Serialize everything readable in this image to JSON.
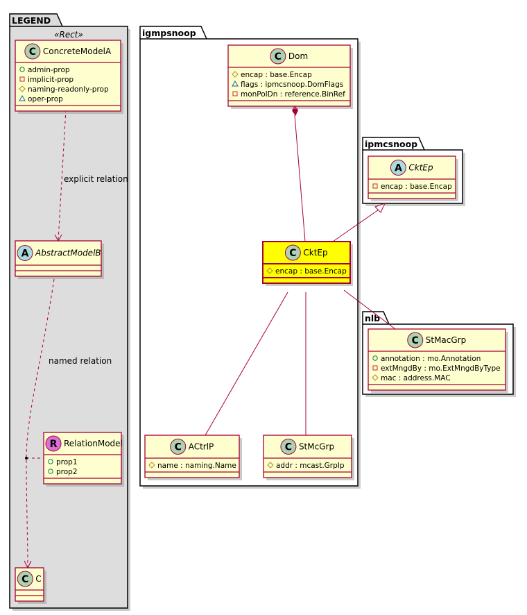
{
  "colors": {
    "border": "#a80036",
    "class_fill": "#fefece",
    "highlight_fill": "#ffff00",
    "legend_fill": "#dddddd",
    "class_icon": "#add1b2",
    "abstract_icon": "#a9dcdf",
    "relation_icon": "#da70d6",
    "public": "#038048",
    "private": "#c82930",
    "protected": "#b38d22",
    "package": "#1963a0"
  },
  "packages": [
    {
      "id": "legend",
      "name": "LEGEND",
      "stereotype": "«Rect»"
    },
    {
      "id": "igmpsnoop",
      "name": "igmpsnoop"
    },
    {
      "id": "ipmcsnoop",
      "name": "ipmcsnoop"
    },
    {
      "id": "nlb",
      "name": "nlb"
    }
  ],
  "classes": [
    {
      "id": "ConcreteModelA",
      "package": "legend",
      "name": "ConcreteModelA",
      "kind": "class",
      "icon": "C",
      "attrs": [
        {
          "vis": "public",
          "text": "admin-prop"
        },
        {
          "vis": "private",
          "text": "implicit-prop"
        },
        {
          "vis": "protected",
          "text": "naming-readonly-prop"
        },
        {
          "vis": "package",
          "text": "oper-prop"
        }
      ]
    },
    {
      "id": "AbstractModelB",
      "package": "legend",
      "name": "AbstractModelB",
      "kind": "abstract",
      "icon": "A",
      "attrs": []
    },
    {
      "id": "RelationModel",
      "package": "legend",
      "name": "RelationModel",
      "kind": "relation",
      "icon": "R",
      "attrs": [
        {
          "vis": "public",
          "text": "prop1"
        },
        {
          "vis": "public",
          "text": "prop2"
        }
      ]
    },
    {
      "id": "C",
      "package": "legend",
      "name": "C",
      "kind": "class",
      "icon": "C",
      "attrs": []
    },
    {
      "id": "Dom",
      "package": "igmpsnoop",
      "name": "Dom",
      "kind": "class",
      "icon": "C",
      "attrs": [
        {
          "vis": "protected",
          "text": "encap : base.Encap"
        },
        {
          "vis": "package",
          "text": "flags : ipmcsnoop.DomFlags"
        },
        {
          "vis": "private",
          "text": "monPolDn : reference.BinRef"
        }
      ]
    },
    {
      "id": "CktEp",
      "package": "igmpsnoop",
      "name": "CktEp",
      "kind": "class",
      "icon": "C",
      "highlighted": true,
      "attrs": [
        {
          "vis": "protected",
          "text": "encap : base.Encap"
        }
      ]
    },
    {
      "id": "ACtrlP",
      "package": "igmpsnoop",
      "name": "ACtrlP",
      "kind": "class",
      "icon": "C",
      "attrs": [
        {
          "vis": "protected",
          "text": "name : naming.Name"
        }
      ]
    },
    {
      "id": "StMcGrp",
      "package": "igmpsnoop",
      "name": "StMcGrp",
      "kind": "class",
      "icon": "C",
      "attrs": [
        {
          "vis": "protected",
          "text": "addr : mcast.GrpIp"
        }
      ]
    },
    {
      "id": "ipmcsnoopCktEp",
      "package": "ipmcsnoop",
      "name": "CktEp",
      "kind": "abstract",
      "icon": "A",
      "attrs": [
        {
          "vis": "private",
          "text": "encap : base.Encap"
        }
      ]
    },
    {
      "id": "StMacGrp",
      "package": "nlb",
      "name": "StMacGrp",
      "kind": "class",
      "icon": "C",
      "attrs": [
        {
          "vis": "public",
          "text": "annotation : mo.Annotation"
        },
        {
          "vis": "private",
          "text": "extMngdBy : mo.ExtMngdByType"
        },
        {
          "vis": "protected",
          "text": "mac : address.MAC"
        }
      ]
    }
  ],
  "relations": [
    {
      "from": "ConcreteModelA",
      "to": "AbstractModelB",
      "type": "dependency",
      "label": "explicit relation"
    },
    {
      "from": "AbstractModelB",
      "to": "C",
      "type": "dependency",
      "label": "named relation",
      "association_class": "RelationModel"
    },
    {
      "from": "Dom",
      "to": "CktEp",
      "type": "composition"
    },
    {
      "from": "CktEp",
      "to": "ipmcsnoopCktEp",
      "type": "generalization"
    },
    {
      "from": "CktEp",
      "to": "StMacGrp",
      "type": "composition"
    },
    {
      "from": "CktEp",
      "to": "ACtrlP",
      "type": "composition"
    },
    {
      "from": "CktEp",
      "to": "StMcGrp",
      "type": "composition"
    }
  ]
}
